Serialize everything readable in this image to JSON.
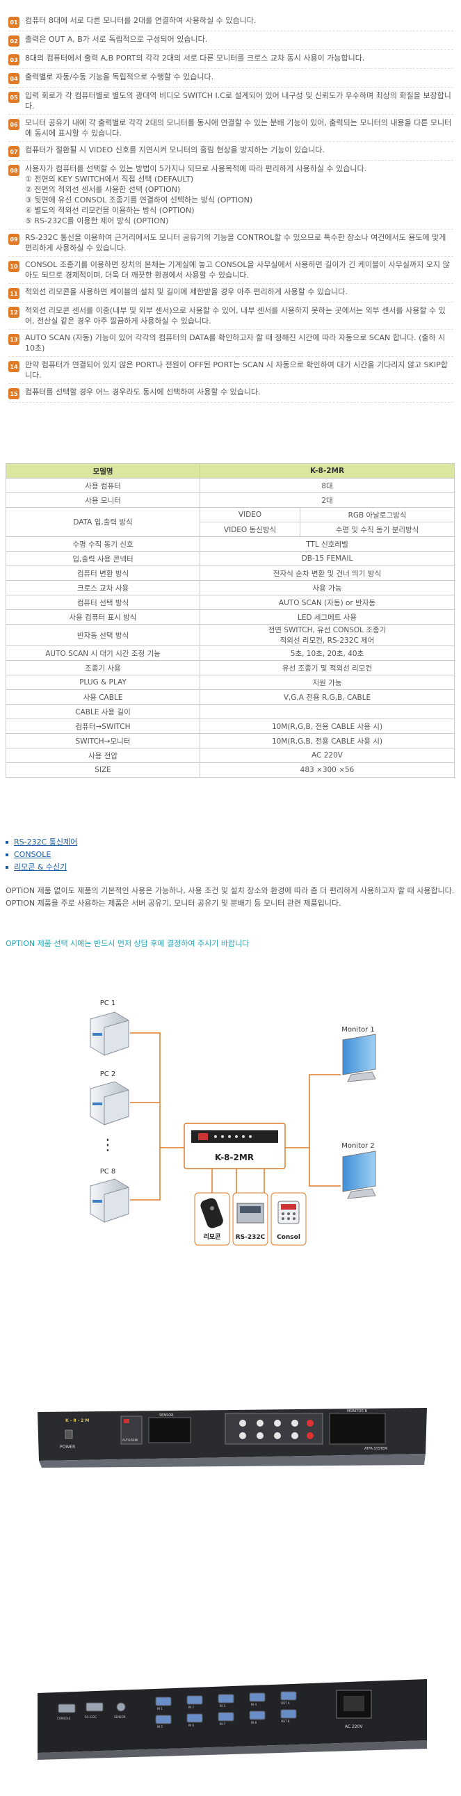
{
  "features": [
    {
      "no": "01",
      "text": "컴퓨터 8대에 서로 다른 모니터를 2대를 연결하여 사용하실 수 있습니다."
    },
    {
      "no": "02",
      "text": "출력은 OUT A, B가 서로 독립적으로 구성되어 있습니다."
    },
    {
      "no": "03",
      "text": "8대의 컴퓨터에서 출력 A,B PORT의 각각 2대의 서로 다른 모니터를 크로스 교차 동시 사용이 가능합니다."
    },
    {
      "no": "04",
      "text": "출력별로 자동/수동 기능을 독립적으로 수행할 수 있습니다."
    },
    {
      "no": "05",
      "text": "입력 회로가 각 컴퓨터별로 별도의 광대역 비디오 SWITCH I.C로 설계되어 있어 내구성 및 신뢰도가 우수하며 최상의 화질을 보장합니다."
    },
    {
      "no": "06",
      "text": "모니터 공유기 내에 각 출력별로 각각 2대의 모니터를 동시에 연결할 수 있는 분배 기능이 있어, 출력되는 모니터의 내용을 다른 모니터에 동시에 표시할 수 있습니다."
    },
    {
      "no": "07",
      "text": "컴퓨터가 절환될 시 VIDEO 신호를 지연시켜 모니터의 흘림 현상을 방지하는 기능이 있습니다."
    },
    {
      "no": "08",
      "text": "사용자가 컴퓨터를 선택할 수 있는 방법이 5가지나 되므로 사용목적에 따라 편리하게 사용하실 수 있습니다.\n① 전면의 KEY SWITCH에서 직접 선택 (DEFAULT)\n② 전면의 적외선 센서를 사용한 선택 (OPTION)\n③ 뒷면에 유선 CONSOL 조종기를 연결하여 선택하는 방식 (OPTION)\n④ 별도의 적외선 리모컨을 이용하는 방식 (OPTION)\n⑤ RS-232C를 이용한 제어 방식 (OPTION)"
    },
    {
      "no": "09",
      "text": "RS-232C 통신을 이용하여 근거리에서도 모니터 공유기의 기능을 CONTROL할 수 있으므로 특수한 장소나 여건에서도 용도에 맞게 편리하게 사용하실 수 있습니다."
    },
    {
      "no": "10",
      "text": "CONSOL 조종기를 이용하면 장치의 본체는 기계실에 놓고 CONSOL을 사무실에서 사용하면 길이가 긴 케이블이 사무실까지 오지 않아도 되므로 경제적이며, 더욱 더 깨끗한 환경에서 사용할 수 있습니다."
    },
    {
      "no": "11",
      "text": "적외선 리모콘을 사용하면 케이블의 설치 및 길이에 제한받을 경우 아주 편리하게 사용할 수 있습니다."
    },
    {
      "no": "12",
      "text": "적외선 리모콘 센서를 이중(내부 및 외부 센서)으로 사용할 수 있어, 내부 센서를 사용하지 못하는 곳에서는 외부 센서를 사용할 수 있어, 전산실 같은 경우 아주 깔끔하게 사용하실 수 있습니다."
    },
    {
      "no": "13",
      "text": "AUTO SCAN (자동) 기능이 있어 각각의 컴퓨터의 DATA를 확인하고자 할 때 정해진 시간에 따라 자동으로 SCAN 합니다. (출하 시 10초)"
    },
    {
      "no": "14",
      "text": "만약 컴퓨터가 연결되어 있지 않은 PORT나 전원이 OFF된 PORT는 SCAN 시 자동으로 확인하여 대기 시간을 기다리지 않고 SKIP합니다."
    },
    {
      "no": "15",
      "text": "컴퓨터를 선택할 경우 어느 경우라도 동시에 선택하여 사용할 수 있습니다."
    }
  ],
  "spec": {
    "header": [
      "모델명",
      "K-8-2MR"
    ],
    "rows": [
      {
        "label": "사용 컴퓨터",
        "value": "8대"
      },
      {
        "label": "사용 모니터",
        "value": "2대"
      },
      {
        "label": "DATA 입,출력 방식",
        "sub": [
          [
            "VIDEO",
            "RGB 아날로그방식"
          ],
          [
            "VIDEO 동신방식",
            "수평 및 수직 동기 분리방식"
          ]
        ]
      },
      {
        "label": "수평 수직 동기 신호",
        "value": "TTL 신호레벨"
      },
      {
        "label": "입,출력 사용 콘넥터",
        "value": "DB-15 FEMAIL"
      },
      {
        "label": "컴퓨터 변환 방식",
        "value": "전자식 순차 변환 및 건너 띄기 방식"
      },
      {
        "label": "크로스 교차 사용",
        "value": "사용 가능"
      },
      {
        "label": "컴퓨터 선택 방식",
        "value": "AUTO SCAN (자동) or 반자동"
      },
      {
        "label": "사용 컴퓨터 표시 방식",
        "value": "LED 세그메트 사용"
      },
      {
        "label": "반자동 선택 방식",
        "value": "전면 SWITCH, 유선 CONSOL 조종기\n적외선 리모컨, RS-232C 제어"
      },
      {
        "label": "AUTO SCAN 시 대기 시간 조정 기능",
        "value": "5초, 10초, 20초, 40초"
      },
      {
        "label": "조종기 사용",
        "value": "유선 조종기 및 적외선 리모컨"
      },
      {
        "label": "PLUG & PLAY",
        "value": "지원 가능"
      },
      {
        "label": "사용 CABLE",
        "value": "V,G,A 전용 R,G,B, CABLE"
      },
      {
        "label": "CABLE 사용 길이",
        "value": ""
      },
      {
        "label": "컴퓨터→SWITCH",
        "value": "10M(R,G,B, 전용 CABLE 사용 시)"
      },
      {
        "label": "SWITCH→모니터",
        "value": "10M(R,G,B, 전용 CABLE 사용 시)"
      },
      {
        "label": "사용 전압",
        "value": "AC 220V"
      },
      {
        "label": "SIZE",
        "value": "483 ×300 ×56"
      }
    ]
  },
  "links": [
    "RS-232C 통신제어",
    "CONSOLE",
    "리모콘 & 수신기"
  ],
  "option_text": "OPTION 제품 없이도 제품의 기본적인 사용은 가능하나, 사용 조건 및 설치 장소와 환경에 따라 좀 더 편리하게 사용하고자 할 때 사용합니다.\nOPTION 제품을 주로 사용하는 제품은 서버 공유기, 모니터 공유기 및 분배기 등 모니터 관련 제품입니다.",
  "notice": "OPTION 제품 선택 시에는 반드시 먼저 상담 후에 결정하여 주시기 바랍니다",
  "diagram": {
    "pcs": [
      "PC 1",
      "PC 2",
      "PC 8"
    ],
    "ellipsis": "⋮",
    "device": "K-8-2MR",
    "monitors": [
      "Monitor 1",
      "Monitor 2"
    ],
    "options": [
      "리모콘",
      "RS-232C",
      "Consol"
    ]
  },
  "front_panel": {
    "model": "K - 8 - 2 M",
    "power": "POWER",
    "sensor": "SENSOR",
    "auto": "AUTO/SEMI",
    "monitor_b": "MONITOR B",
    "brand": "ATFA SYSTEM"
  },
  "rear_panel": {
    "ac": "AC 220V",
    "ports": [
      "CONSOLE",
      "RS-232C",
      "SENSOR",
      "IN 1",
      "IN 2",
      "IN 3",
      "IN 4",
      "IN 5",
      "IN 6",
      "IN 7",
      "IN 8",
      "OUT A",
      "OUT B"
    ]
  }
}
